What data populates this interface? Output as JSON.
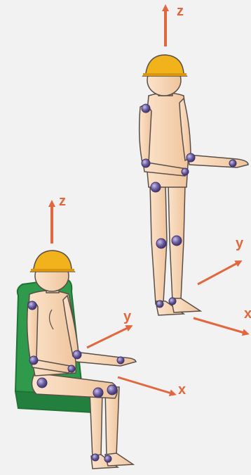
{
  "colors": {
    "background": "#f2f2f2",
    "axis": "#e2673f",
    "skin": "#f7d2b1",
    "skin_shade": "#e7b68d",
    "outline": "#5a4f48",
    "helmet": "#f2b21b",
    "helmet_shade": "#d99611",
    "joint": "#6a5c9e",
    "chair": "#2f9a4c",
    "chair_dark": "#1f7434"
  },
  "standing": {
    "axes": {
      "z": "z",
      "y": "y",
      "x": "x"
    }
  },
  "seated": {
    "axes": {
      "z": "z",
      "y": "y",
      "x": "x"
    }
  }
}
